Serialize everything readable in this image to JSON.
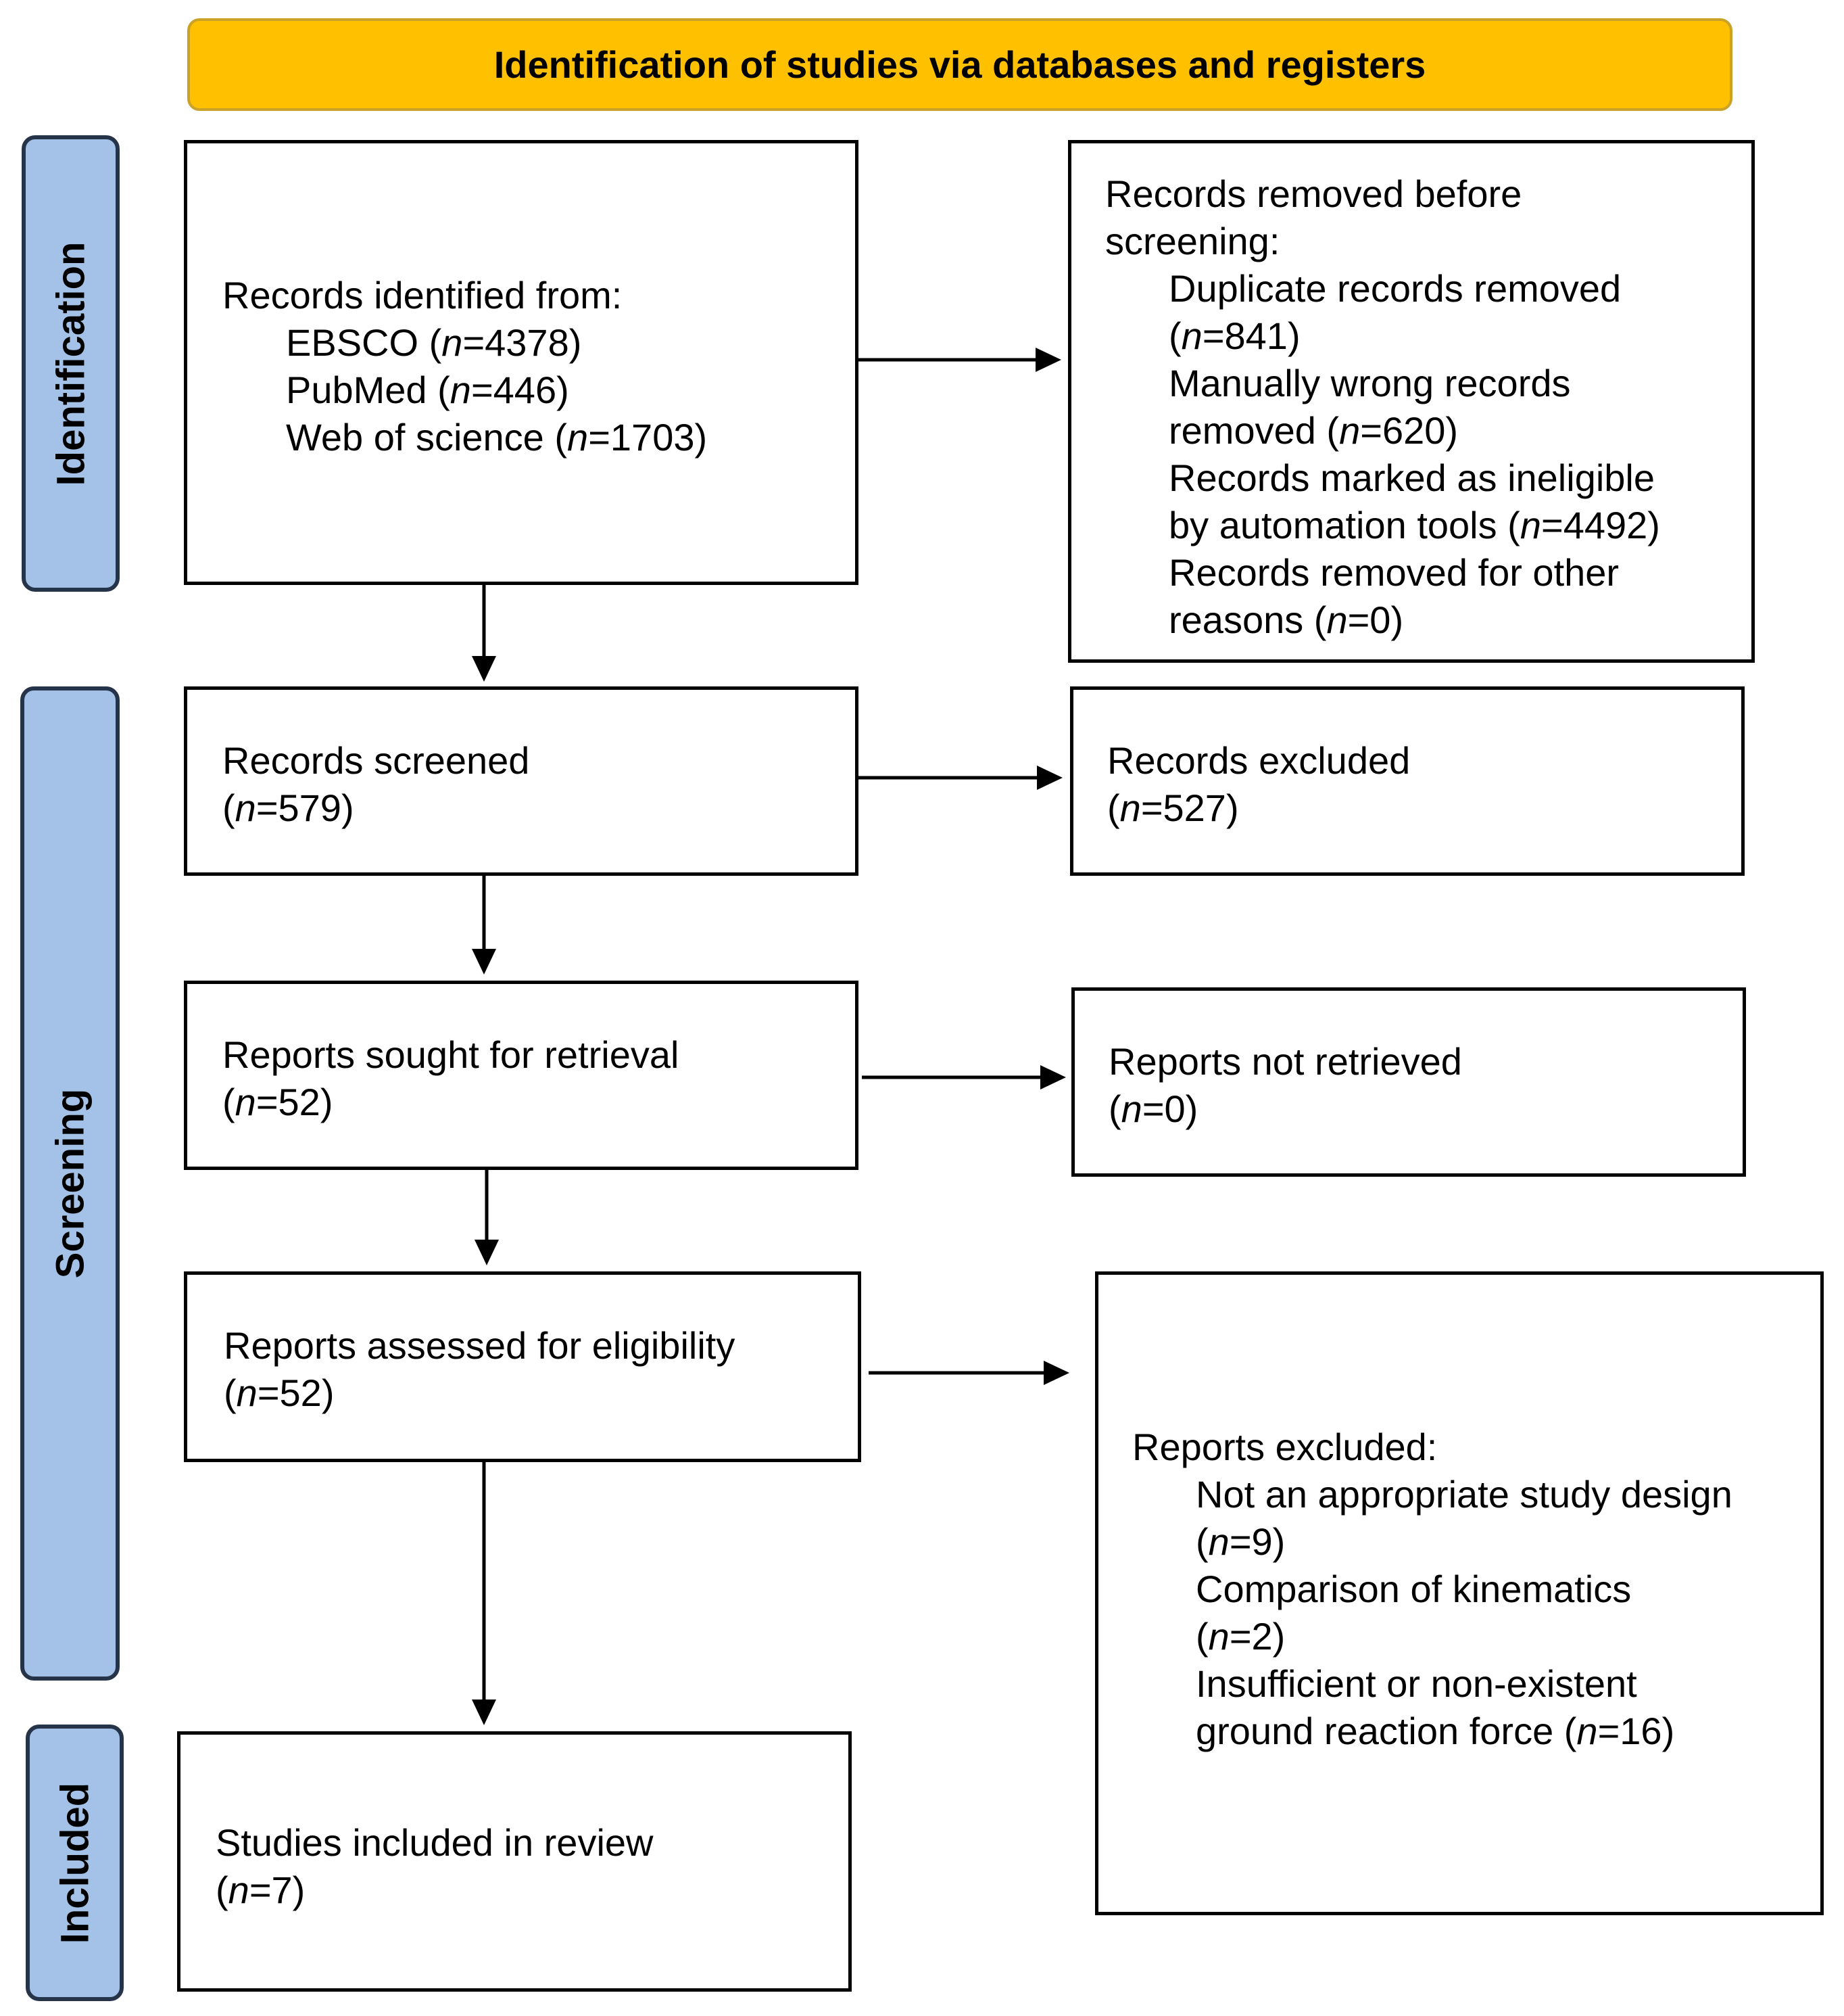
{
  "header": {
    "title": "Identification of studies via databases and registers"
  },
  "phases": {
    "identification": "Identification",
    "screening": "Screening",
    "included": "Included"
  },
  "boxes": {
    "records_identified": {
      "title": "Records identified from:",
      "sources": [
        {
          "label": "EBSCO",
          "n_prefix": "n",
          "n_value": "=4378"
        },
        {
          "label": "PubMed",
          "n_prefix": "n",
          "n_value": "=446"
        },
        {
          "label": "Web of science",
          "n_prefix": "n",
          "n_value": "=1703"
        }
      ]
    },
    "records_removed": {
      "title_line1": "Records removed before",
      "title_line2": "screening:",
      "items": [
        {
          "line1": "Duplicate records removed",
          "line2_before": "(",
          "n_prefix": "n",
          "n_value": "=841",
          "line2_after": ")"
        },
        {
          "line1": "Manually wrong records",
          "line2_before": "removed (",
          "n_prefix": "n",
          "n_value": "=620",
          "line2_after": ")"
        },
        {
          "line1": "Records marked as ineligible",
          "line2_before": "by automation tools (",
          "n_prefix": "n",
          "n_value": "=4492",
          "line2_after": ")"
        },
        {
          "line1": "Records removed for other",
          "line2_before": "reasons (",
          "n_prefix": "n",
          "n_value": "=0",
          "line2_after": ")"
        }
      ]
    },
    "records_screened": {
      "title": "Records screened",
      "n_prefix": "n",
      "n_value": "=579"
    },
    "records_excluded": {
      "title": "Records excluded",
      "n_prefix": "n",
      "n_value": "=527"
    },
    "reports_sought": {
      "title": "Reports sought for retrieval",
      "n_prefix": "n",
      "n_value": "=52"
    },
    "reports_not_retrieved": {
      "title": "Reports not retrieved",
      "n_prefix": "n",
      "n_value": "=0"
    },
    "reports_assessed": {
      "title": "Reports assessed for eligibility",
      "n_prefix": "n",
      "n_value": "=52"
    },
    "reports_excluded": {
      "title": "Reports excluded:",
      "items": [
        {
          "line1": "Not an appropriate study design",
          "line2_before": "(",
          "n_prefix": "n",
          "n_value": "=9",
          "line2_after": ")"
        },
        {
          "line1": "Comparison of kinematics",
          "line2_before": "(",
          "n_prefix": "n",
          "n_value": "=2",
          "line2_after": ")"
        },
        {
          "line1": "Insufficient or non-existent",
          "line2_before": "ground reaction force (",
          "n_prefix": "n",
          "n_value": "=16",
          "line2_after": ")"
        }
      ]
    },
    "studies_included": {
      "title": "Studies included in review",
      "n_prefix": "n",
      "n_value": "=7"
    }
  }
}
